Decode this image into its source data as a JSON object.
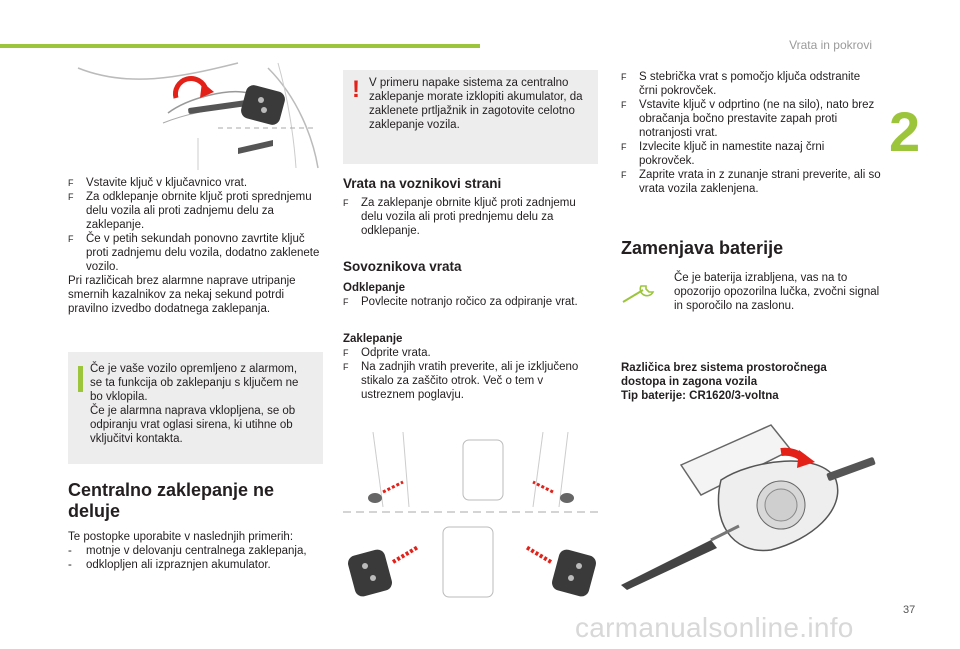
{
  "header": {
    "section_title": "Vrata in pokrovi",
    "chapter_number": "2",
    "page_number": "37"
  },
  "col1": {
    "steps": [
      "Vstavite ključ v ključavnico vrat.",
      "Za odklepanje obrnite ključ proti sprednjemu delu vozila ali proti zadnjemu delu za zaklepanje.",
      "Če v petih sekundah ponovno zavrtite ključ proti zadnjemu delu vozila, dodatno zaklenete vozilo."
    ],
    "paragraph": "Pri različicah brez alarmne naprave utripanje smernih kazalnikov za nekaj sekund potrdi pravilno izvedbo dodatnega zaklepanja.",
    "info_box": {
      "line1": "Če je vaše vozilo opremljeno z alarmom, se ta funkcija ob zaklepanju s ključem ne bo vklopila.",
      "line2": "Če je alarmna naprava vklopljena, se ob odpiranju vrat oglasi sirena, ki utihne ob vključitvi kontakta."
    },
    "heading": "Centralno zaklepanje ne deluje",
    "intro": "Te postopke uporabite v naslednjih primerih:",
    "dash_items": [
      "motnje v delovanju centralnega zaklepanja,",
      "odklopljen ali izpraznjen akumulator."
    ]
  },
  "col2": {
    "warning_box": "V primeru napake sistema za centralno zaklepanje morate izklopiti akumulator, da zaklenete prtljažnik in zagotovite celotno zaklepanje vozila.",
    "driver_door": {
      "heading": "Vrata na voznikovi strani",
      "steps": [
        "Za zaklepanje obrnite ključ proti zadnjemu delu vozila ali proti prednjemu delu za odklepanje."
      ]
    },
    "passenger_door": {
      "heading": "Sovoznikova vrata",
      "unlock_label": "Odklepanje",
      "unlock_steps": [
        "Povlecite notranjo ročico za odpiranje vrat."
      ],
      "lock_label": "Zaklepanje",
      "lock_steps": [
        "Odprite vrata.",
        "Na zadnjih vratih preverite, ali je izključeno stikalo za zaščito otrok. Več o tem v ustreznem poglavju."
      ]
    }
  },
  "col3": {
    "steps": [
      "S stebrička vrat s pomočjo ključa odstranite črni pokrovček.",
      "Vstavite ključ v odprtino (ne na silo), nato brez obračanja bočno prestavite zapah proti notranjosti vrat.",
      "Izvlecite ključ in namestite nazaj črni pokrovček.",
      "Zaprite vrata in z zunanje strani preverite, ali so vrata vozila zaklenjena."
    ],
    "heading": "Zamenjava baterije",
    "note": "Če je baterija izrabljena, vas na to opozorijo opozorilna lučka, zvočni signal in sporočilo na zaslonu.",
    "variant_line1": "Različica brez sistema prostoročnega",
    "variant_line2": "dostopa in zagona vozila",
    "battery_type": "Tip baterije: CR1620/3-voltna"
  },
  "watermark": "carmanualsonline.info",
  "colors": {
    "accent": "#9cc53c",
    "warning": "#e32119",
    "box_bg": "#ededed"
  },
  "icons": {
    "bullet": "F",
    "dash": "-",
    "warning": "!",
    "wrench": "wrench-icon",
    "info": "info-icon"
  }
}
